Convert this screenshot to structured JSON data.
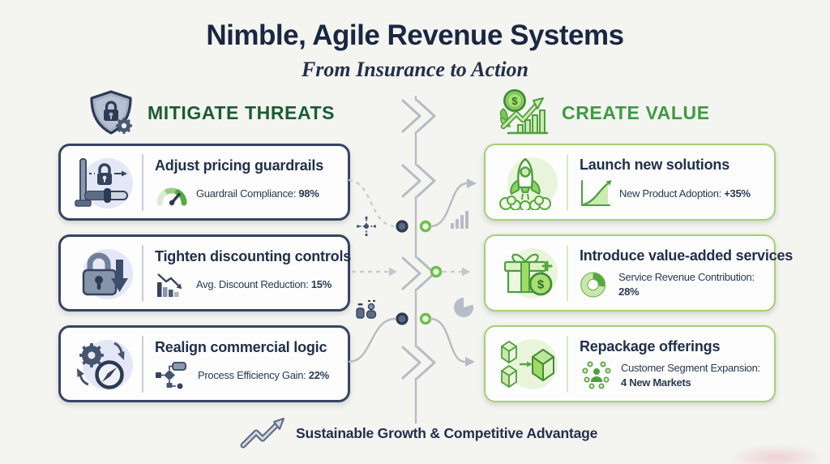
{
  "page": {
    "title": "Nimble, Agile Revenue Systems",
    "subtitle": "From Insurance to Action"
  },
  "left_column": {
    "header": {
      "label": "MITIGATE THREATS",
      "icon": "shield-lock-gear-icon"
    },
    "cards": [
      {
        "title": "Adjust pricing guardrails",
        "main_icon": "pricing-guardrail-lock-slider-icon",
        "metric_icon": "gauge-icon",
        "metric_label": "Guardrail Compliance:",
        "metric_value": "98%"
      },
      {
        "title": "Tighten discounting controls",
        "main_icon": "padlock-down-arrow-icon",
        "metric_icon": "declining-bar-chart-icon",
        "metric_label": "Avg. Discount Reduction:",
        "metric_value": "15%"
      },
      {
        "title": "Realign commercial logic",
        "main_icon": "gear-compass-icon",
        "metric_icon": "flowchart-icon",
        "metric_label": "Process Efficiency Gain:",
        "metric_value": "22%"
      }
    ]
  },
  "right_column": {
    "header": {
      "label": "CREATE VALUE",
      "icon": "coin-growth-chart-icon"
    },
    "cards": [
      {
        "title": "Launch new solutions",
        "main_icon": "rocket-launch-icon",
        "metric_icon": "rising-line-chart-icon",
        "metric_label": "New Product Adoption:",
        "metric_value": "+35%"
      },
      {
        "title": "Introduce value-added services",
        "main_icon": "gift-dollar-coin-icon",
        "metric_icon": "donut-chart-icon",
        "metric_label": "Service Revenue Contribution:",
        "metric_value": "28%"
      },
      {
        "title": "Repackage offerings",
        "main_icon": "repackage-boxes-icon",
        "metric_icon": "customer-segments-icon",
        "metric_label": "Customer Segment Expansion:",
        "metric_value": "4 New Markets"
      }
    ]
  },
  "footer": {
    "label": "Sustainable Growth & Competitive Advantage",
    "icon": "growth-zigzag-arrow-icon"
  },
  "glyphs": {
    "dollar": "$"
  },
  "colors": {
    "background": "#f4f4f1",
    "title_navy": "#1a2742",
    "mitigate_green": "#1d5b35",
    "create_green": "#3f9a44",
    "threat_card_border": "#364563",
    "value_card_border": "#a5d171",
    "navy_icon": "#35435f",
    "green_icon": "#57a83e",
    "connector_gray": "#b7bbc3",
    "dot_navy": "#2c3953",
    "dot_green": "#6cc049"
  }
}
